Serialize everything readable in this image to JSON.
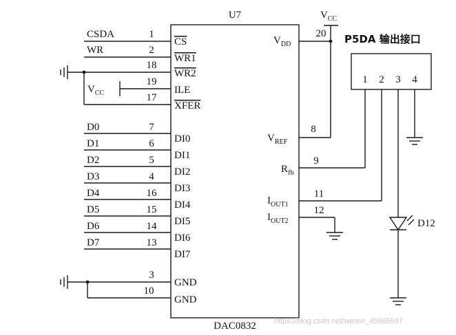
{
  "chip": {
    "ref": "U7",
    "part": "DAC0832",
    "pins": {
      "cs": {
        "label": "CS",
        "num": "1"
      },
      "wr1": {
        "label": "WR1",
        "num": "2"
      },
      "wr2": {
        "label": "WR2",
        "num": "18"
      },
      "ile": {
        "label": "ILE",
        "num": "19"
      },
      "xfer": {
        "label": "XFER",
        "num": "17"
      },
      "di0": {
        "label": "DI0",
        "num": "7"
      },
      "di1": {
        "label": "DI1",
        "num": "6"
      },
      "di2": {
        "label": "DI2",
        "num": "5"
      },
      "di3": {
        "label": "DI3",
        "num": "4"
      },
      "di4": {
        "label": "DI4",
        "num": "16"
      },
      "di5": {
        "label": "DI5",
        "num": "15"
      },
      "di6": {
        "label": "DI6",
        "num": "14"
      },
      "di7": {
        "label": "DI7",
        "num": "13"
      },
      "gnd1": {
        "label": "GND",
        "num": "3"
      },
      "gnd2": {
        "label": "GND",
        "num": "10"
      },
      "vdd": {
        "label": "V",
        "sub": "DD",
        "num": "20"
      },
      "vref": {
        "label": "V",
        "sub": "REF",
        "num": "8"
      },
      "rfb": {
        "label": "R",
        "sub": "fb",
        "num": "9"
      },
      "iout1": {
        "label": "I",
        "sub": "OUT1",
        "num": "11"
      },
      "iout2": {
        "label": "I",
        "sub": "OUT2",
        "num": "12"
      }
    }
  },
  "nets": {
    "csda": "CSDA",
    "wr": "WR",
    "d0": "D0",
    "d1": "D1",
    "d2": "D2",
    "d3": "D3",
    "d4": "D4",
    "d5": "D5",
    "d6": "D6",
    "d7": "D7"
  },
  "power": {
    "vcc_top": {
      "main": "V",
      "sub": "CC"
    },
    "vcc_left": {
      "main": "V",
      "sub": "CC"
    }
  },
  "connector": {
    "title": "P5DA 输出接口",
    "pins": [
      "1",
      "2",
      "3",
      "4"
    ]
  },
  "led": {
    "ref": "D12"
  },
  "watermark": "https://blog.csdn.net/weixin_45865597"
}
